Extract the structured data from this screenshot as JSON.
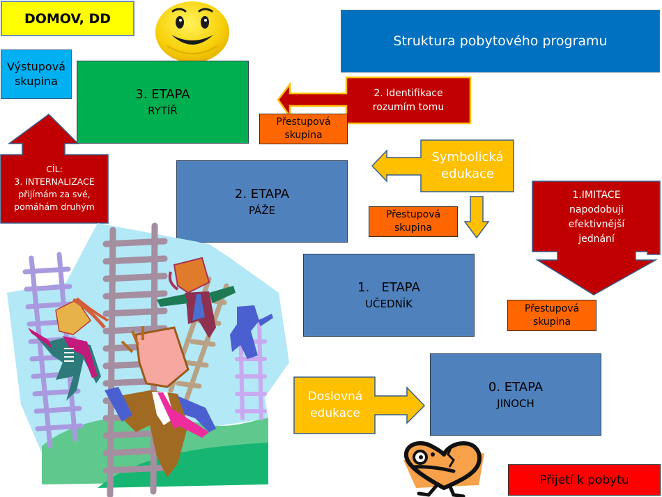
{
  "slide": {
    "tag_label": "DOMOV, DD",
    "title": "Struktura pobytového programu",
    "exit_group": {
      "line1": "Výstupová",
      "line2": "skupina"
    },
    "stages": [
      {
        "id": "stage3",
        "title": "3. ETAPA",
        "subtitle": "RYTÍŘ",
        "color": "#00b050"
      },
      {
        "id": "stage2",
        "title": "2. ETAPA",
        "subtitle": "PÁŽE",
        "color": "#4f81bd"
      },
      {
        "id": "stage1",
        "title": "1.   ETAPA",
        "subtitle": "UČEDNÍK",
        "color": "#4f81bd"
      },
      {
        "id": "stage0",
        "title": "0. ETAPA",
        "subtitle": "JINOCH",
        "color": "#4f81bd"
      }
    ],
    "transfer_groups": [
      {
        "line1": "Přestupová",
        "line2": "skupina"
      },
      {
        "line1": "Přestupová",
        "line2": "skupina"
      },
      {
        "line1": "Přestupová",
        "line2": "skupina"
      }
    ],
    "arrows": {
      "goal": {
        "line1": "CÍL:",
        "line2": "3. INTERNALIZACE",
        "line3": "přijímám za své,",
        "line4": "pomáhám druhým",
        "direction": "up"
      },
      "identification": {
        "line1": "2. Identifikace",
        "line2": "rozumím tomu",
        "direction": "left"
      },
      "symbolic": {
        "line1": "Symbolická",
        "line2": "edukace",
        "direction": "left"
      },
      "symbolic_down": {
        "direction": "down"
      },
      "imitation": {
        "line1": "1.IMITACE",
        "line2": "napodobuji",
        "line3": "efektivnější",
        "line4": "jednání",
        "direction": "down"
      },
      "literal": {
        "line1": "Doslovná",
        "line2": "edukace",
        "direction": "right"
      }
    },
    "admission": "Přijetí k pobytu",
    "images": {
      "top": "smiley-face",
      "bottom": "broken-heart-character",
      "left": "people-climbing-ladders"
    },
    "colors": {
      "red_arrow": "#c00000",
      "yellow_arrow": "#ffc000",
      "transfer": "#ff6600",
      "admission": "#ff0000",
      "header": "#0070c0",
      "exit": "#00b0f0",
      "tag": "#ffff00"
    }
  }
}
